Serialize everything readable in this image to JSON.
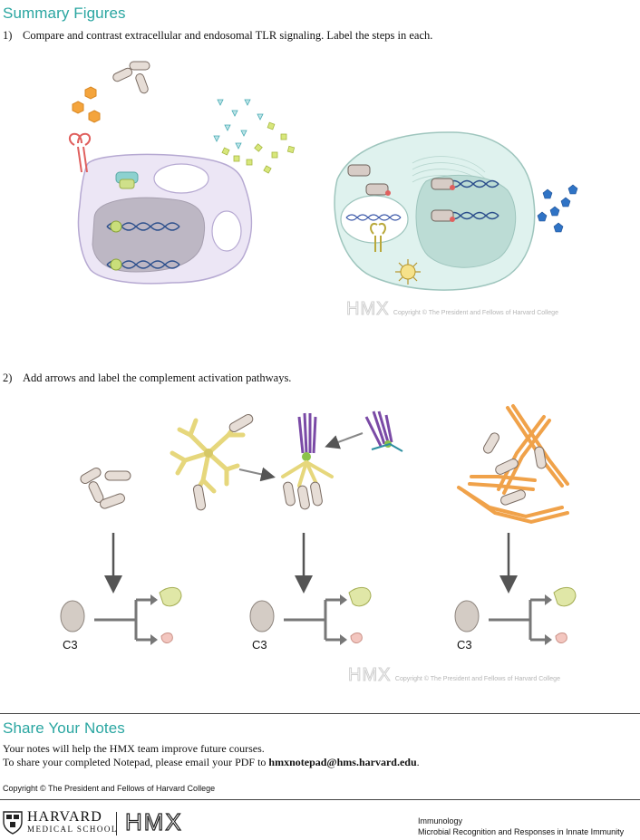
{
  "summary": {
    "title": "Summary Figures",
    "q1_num": "1)",
    "q1_text": "Compare and contrast extracellular and endosomal TLR signaling. Label the steps in each.",
    "q2_num": "2)",
    "q2_text": "Add arrows and label the complement activation pathways."
  },
  "watermark": {
    "logo": "HMX",
    "text": "Copyright © The President and Fellows of Harvard College"
  },
  "complement": {
    "c3_label": "C3"
  },
  "share": {
    "title": "Share Your Notes",
    "line1": "Your notes will help the HMX team improve future courses.",
    "line2_prefix": "To share your completed Notepad, please email your PDF to ",
    "email": "hmxnotepad@hms.harvard.edu",
    "line2_suffix": "."
  },
  "copyright": "Copyright © The President and Fellows of Harvard College",
  "footer": {
    "school_top": "HARVARD",
    "school_bottom": "MEDICAL SCHOOL",
    "hmx": "HMX",
    "course": "Immunology",
    "module": "Microbial Recognition and Responses in Innate Immunity"
  },
  "colors": {
    "accent": "#2aa6a1",
    "cell_purple": "#e9e3f3",
    "cell_green": "#dff2ee",
    "complement_orange": "#f0a24a",
    "c3_grey": "#cfc7c0"
  }
}
